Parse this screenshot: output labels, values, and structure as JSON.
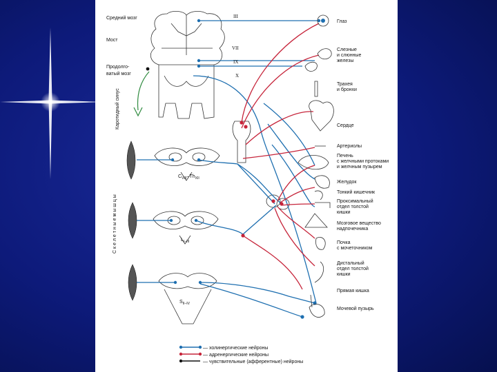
{
  "brain": {
    "midbrain": "Средний мозг",
    "pons": "Мост",
    "medulla_l1": "Продолгo-",
    "medulla_l2": "ватый мозг",
    "carotid": "Каротидный синус",
    "skeletal": "С к е л е т н ы е   м ы ш ц ы"
  },
  "nerves": {
    "n3": "III",
    "n7": "VII",
    "n9": "IX",
    "n10": "X"
  },
  "segments": {
    "s1": "C",
    "s2": "L",
    "s3": "S"
  },
  "segment_subs": {
    "s1a": "VIII",
    "s1b": "–Th",
    "s1c": "XII",
    "s2": "I–III",
    "s3": "II–IV"
  },
  "organs": {
    "eye": "Глаз",
    "glands_l1": "Слезные",
    "glands_l2": "и слюнные",
    "glands_l3": "железы",
    "trachea_l1": "Трахея",
    "trachea_l2": "и бронхи",
    "heart": "Сердце",
    "arterioles": "Артериолы",
    "liver_l1": "Печень",
    "liver_l2": "с желчными протоками",
    "liver_l3": "и желчным пузырем",
    "stomach": "Желудок",
    "small_int": "Тонкий кишечник",
    "prox_colon_l1": "Проксимальный",
    "prox_colon_l2": "отдел толстой",
    "prox_colon_l3": "кишки",
    "adrenal_l1": "Мозговое вещество",
    "adrenal_l2": "надпочечника",
    "kidney_l1": "Почка",
    "kidney_l2": "с мочеточником",
    "dist_colon_l1": "Дистальный",
    "dist_colon_l2": "отдел толстой",
    "dist_colon_l3": "кишки",
    "rectum": "Прямая кишка",
    "bladder": "Мочевой пузырь"
  },
  "legend": [
    {
      "label": "— холинергические нейроны",
      "color": "#1e6fb0"
    },
    {
      "label": "— адренергические нейроны",
      "color": "#c6243a"
    },
    {
      "label": "— чувствительные (афферентные) нейроны",
      "color": "#111111"
    }
  ]
}
